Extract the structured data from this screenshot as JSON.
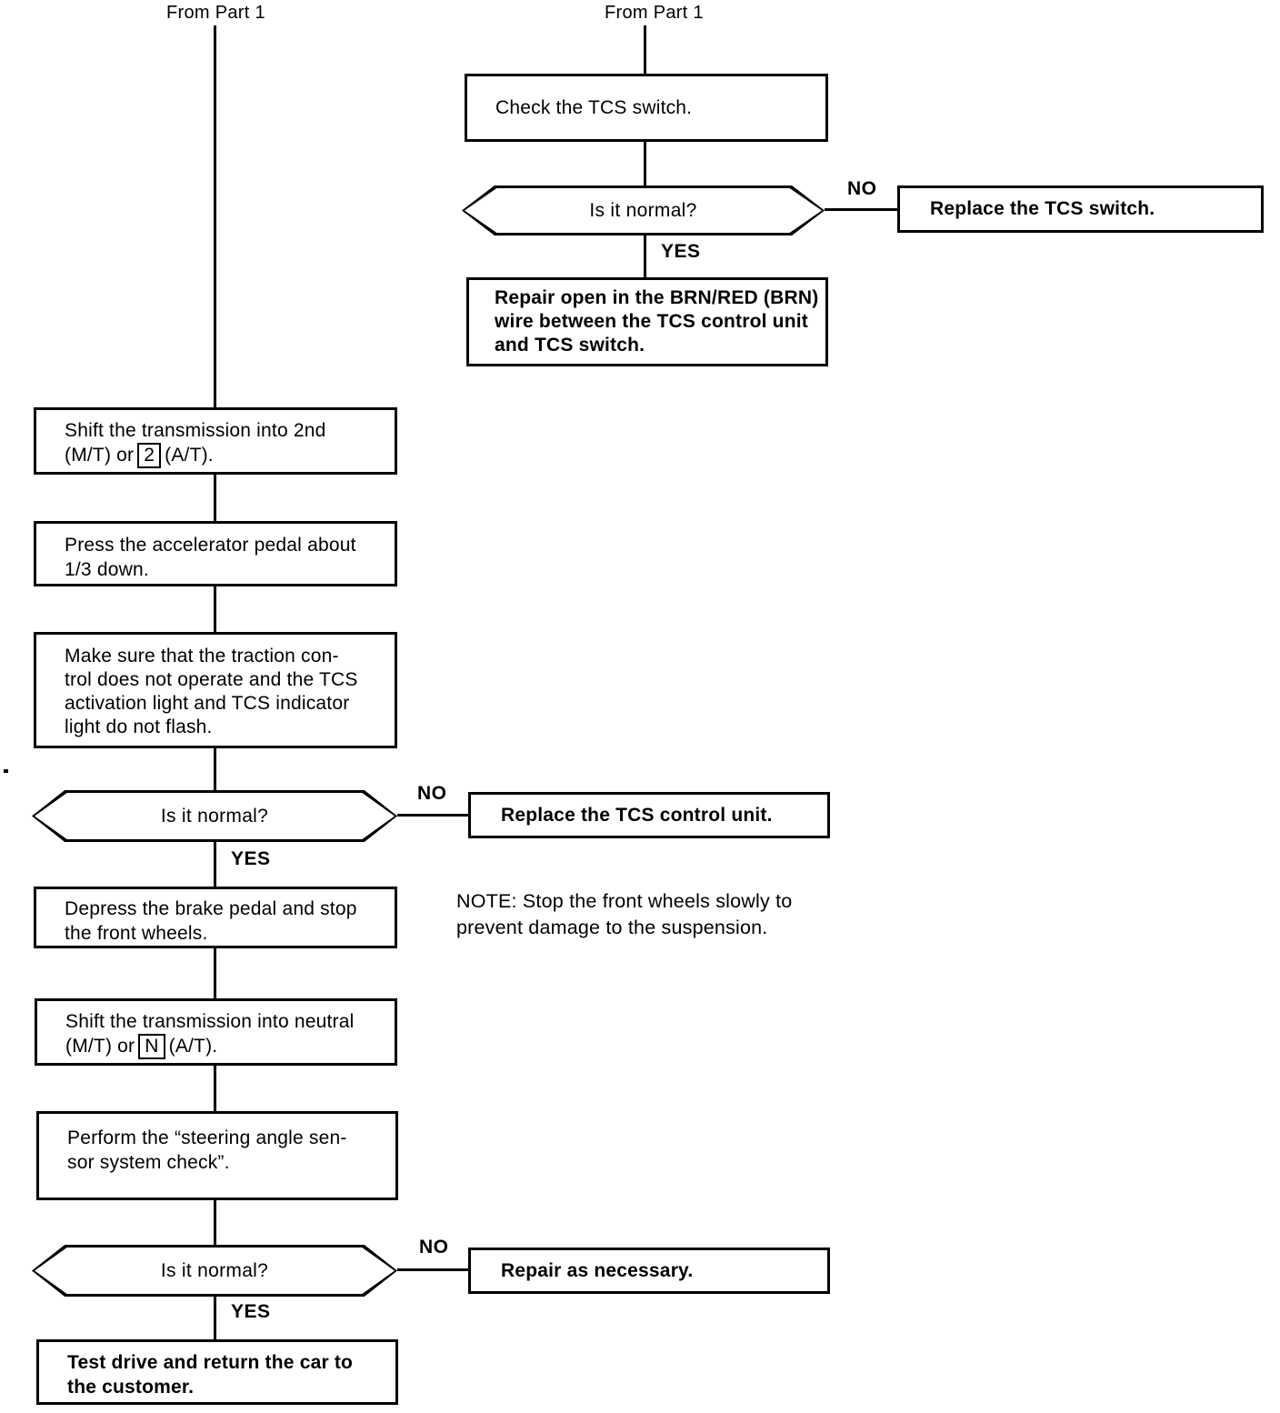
{
  "flowchart": {
    "left": {
      "source_label": "From Part 1",
      "shift_2nd": {
        "line1": "Shift the transmission into 2nd",
        "line2_pre": "(M/T) or",
        "boxed": "2",
        "line2_post": "(A/T)."
      },
      "press_pedal": {
        "lines": [
          "Press the accelerator pedal about",
          "1/3 down."
        ]
      },
      "make_sure": {
        "lines": [
          "Make sure that the traction con-",
          "trol does not operate and the TCS",
          "activation light and TCS indicator",
          "light do not flash."
        ]
      },
      "decision1": {
        "question": "Is it normal?",
        "no_label": "NO",
        "yes_label": "YES"
      },
      "replace_control_unit": "Replace the TCS control unit.",
      "depress_brake": {
        "lines": [
          "Depress the brake pedal and stop",
          "the front wheels."
        ]
      },
      "note": {
        "lines": [
          "NOTE: Stop the front wheels slowly to",
          "prevent damage to the suspension."
        ]
      },
      "shift_neutral": {
        "line1": "Shift the transmission into neutral",
        "line2_pre": "(M/T) or",
        "boxed": "N",
        "line2_post": "(A/T)."
      },
      "steering_check": {
        "lines": [
          "Perform the “steering angle sen-",
          "sor system check”."
        ]
      },
      "decision2": {
        "question": "Is it normal?",
        "no_label": "NO",
        "yes_label": "YES"
      },
      "repair_necessary": "Repair as necessary.",
      "test_drive": {
        "lines": [
          "Test drive and return the car to",
          "the customer."
        ]
      }
    },
    "right": {
      "source_label": "From Part 1",
      "check_switch": "Check the TCS switch.",
      "decision": {
        "question": "Is it normal?",
        "no_label": "NO",
        "yes_label": "YES"
      },
      "replace_switch": "Replace the TCS switch.",
      "repair_wire": {
        "lines": [
          "Repair open in the BRN/RED (BRN)",
          "wire between the TCS control unit",
          "and TCS switch."
        ]
      }
    }
  }
}
